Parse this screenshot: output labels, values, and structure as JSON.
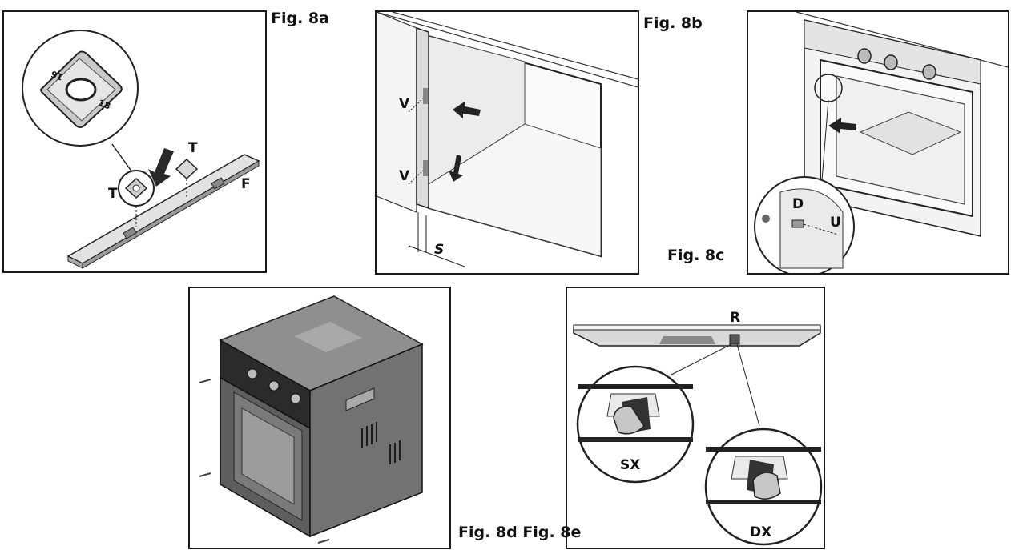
{
  "captions": {
    "fig8a": "Fig. 8a",
    "fig8b": "Fig. 8b",
    "fig8c": "Fig. 8c",
    "fig8de": "Fig. 8d Fig. 8e"
  },
  "labels": {
    "a_T1": "T",
    "a_T2": "T",
    "a_F": "F",
    "a_num1": "16",
    "a_num2": "18",
    "b_V1": "V",
    "b_V2": "V",
    "b_S": "S",
    "c_D": "D",
    "c_U": "U",
    "e_R": "R",
    "e_SX": "SX",
    "e_DX": "DX"
  }
}
